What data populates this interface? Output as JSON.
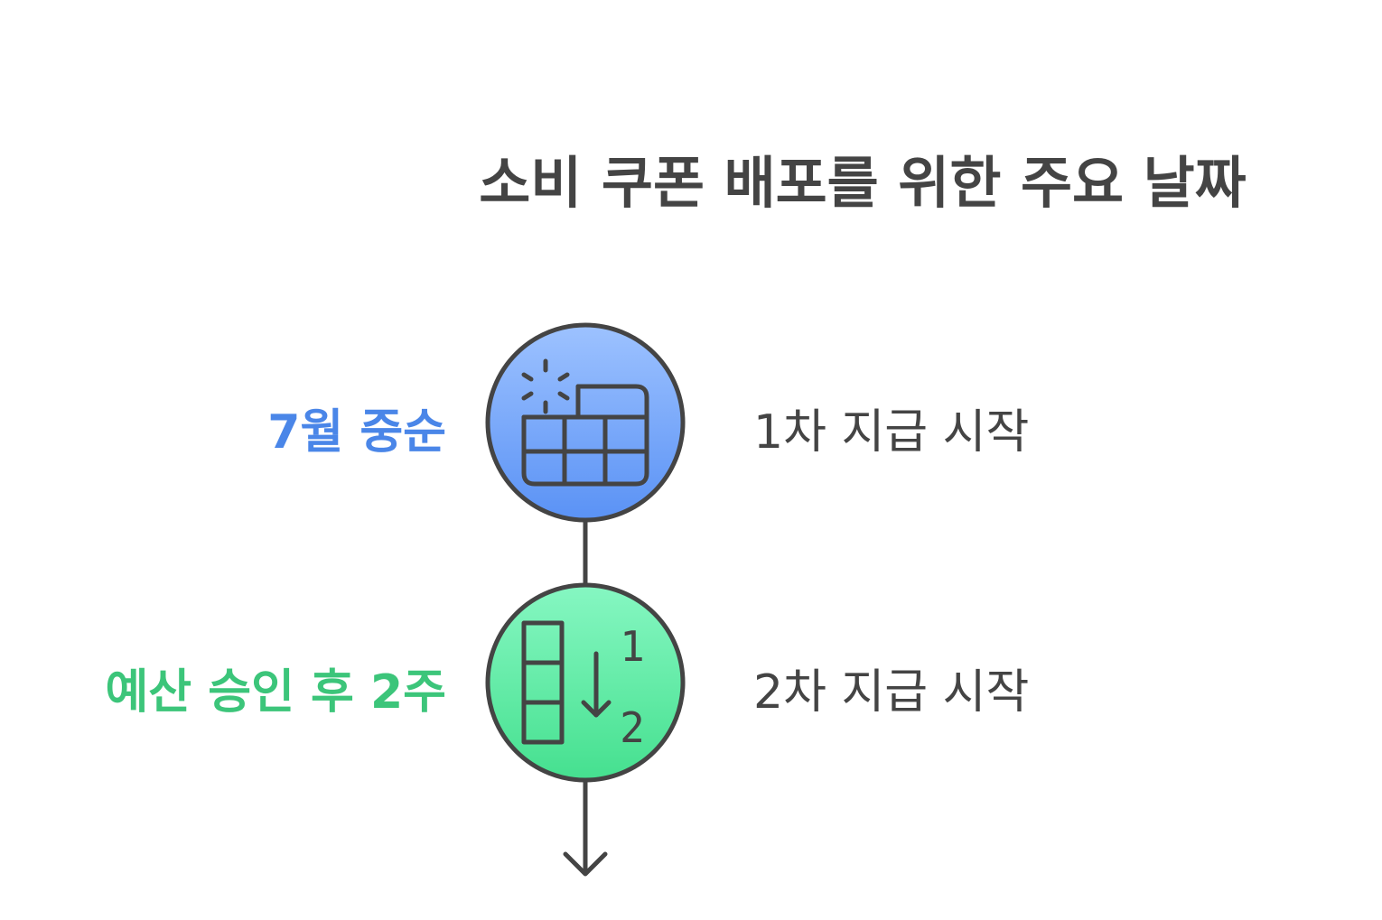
{
  "title": "소비 쿠폰 배포를 위한 주요 날짜",
  "steps": [
    {
      "date": "7월 중순",
      "description": "1차 지급 시작",
      "color": "#4a86e8",
      "circle_gradient": [
        "#9dc2ff",
        "#5a92f5"
      ],
      "icon": "calendar-table-icon"
    },
    {
      "date": "예산 승인 후 2주",
      "description": "2차 지급 시작",
      "color": "#3cc57a",
      "circle_gradient": [
        "#86f7c2",
        "#45e08f"
      ],
      "icon": "sort-numeric-down-icon",
      "icon_labels": [
        "1",
        "2"
      ]
    }
  ],
  "colors": {
    "stroke": "#444444",
    "text": "#444444"
  }
}
